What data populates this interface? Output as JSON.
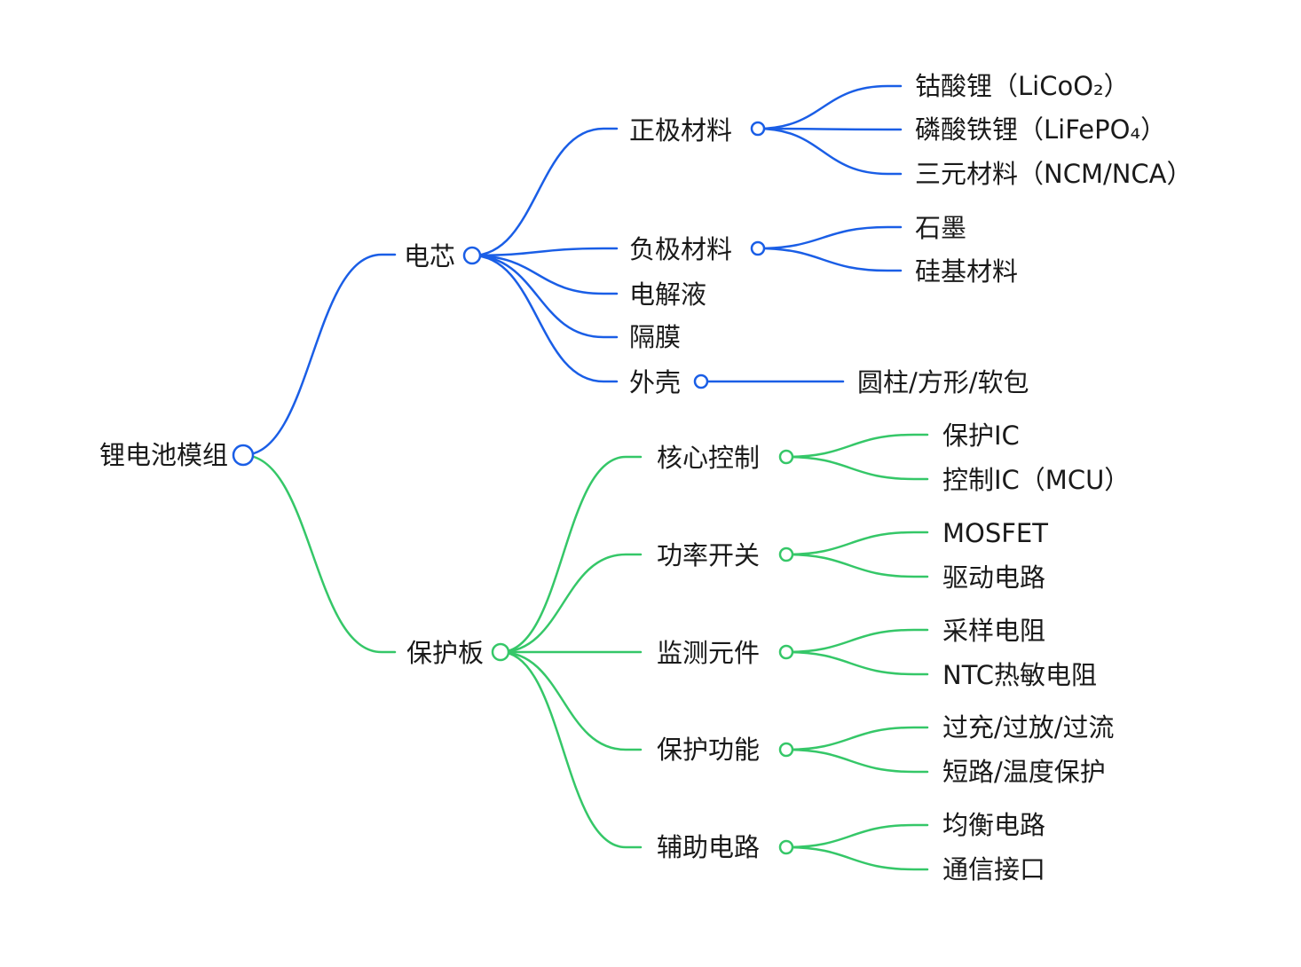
{
  "colors": {
    "blue": "#1a5ee6",
    "green": "#35c768",
    "text": "#1a1a1a"
  },
  "root": {
    "label": "锂电池模组"
  },
  "branches": [
    {
      "label": "电芯",
      "color": "blue",
      "children": [
        {
          "label": "正极材料",
          "children": [
            "钴酸锂（LiCoO₂）",
            "磷酸铁锂（LiFePO₄）",
            "三元材料（NCM/NCA）"
          ]
        },
        {
          "label": "负极材料",
          "children": [
            "石墨",
            "硅基材料"
          ]
        },
        {
          "label": "电解液",
          "children": []
        },
        {
          "label": "隔膜",
          "children": []
        },
        {
          "label": "外壳",
          "children": [
            "圆柱/方形/软包"
          ]
        }
      ]
    },
    {
      "label": "保护板",
      "color": "green",
      "children": [
        {
          "label": "核心控制",
          "children": [
            "保护IC",
            "控制IC（MCU）"
          ]
        },
        {
          "label": "功率开关",
          "children": [
            "MOSFET",
            "驱动电路"
          ]
        },
        {
          "label": "监测元件",
          "children": [
            "采样电阻",
            "NTC热敏电阻"
          ]
        },
        {
          "label": "保护功能",
          "children": [
            "过充/过放/过流",
            "短路/温度保护"
          ]
        },
        {
          "label": "辅助电路",
          "children": [
            "均衡电路",
            "通信接口"
          ]
        }
      ]
    }
  ]
}
